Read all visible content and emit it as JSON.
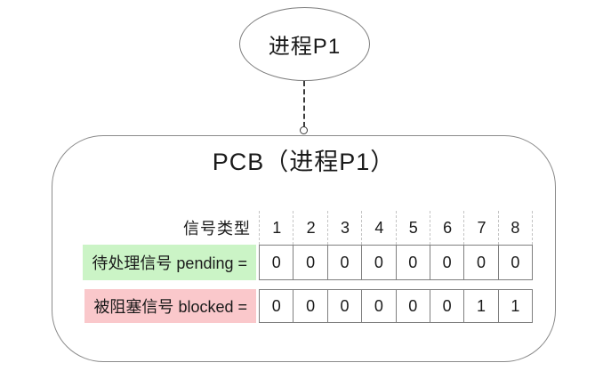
{
  "process": {
    "label": "进程P1"
  },
  "pcb": {
    "title": "PCB（进程P1）",
    "table": {
      "header_label": "信号类型",
      "columns": [
        "1",
        "2",
        "3",
        "4",
        "5",
        "6",
        "7",
        "8"
      ],
      "rows": [
        {
          "id": "pending",
          "label": "待处理信号 pending =",
          "values": [
            "0",
            "0",
            "0",
            "0",
            "0",
            "0",
            "0",
            "0"
          ],
          "color": "#cbf4c6"
        },
        {
          "id": "blocked",
          "label": "被阻塞信号 blocked =",
          "values": [
            "0",
            "0",
            "0",
            "0",
            "0",
            "0",
            "1",
            "1"
          ],
          "color": "#fac8cb"
        }
      ]
    }
  },
  "colors": {
    "pending_bg": "#cbf4c6",
    "blocked_bg": "#fac8cb",
    "outline": "#8a8a8a",
    "cell_border": "#7f7f7f",
    "dash_separator": "#c4c4c4",
    "text": "#1a1a1a",
    "background": "#ffffff"
  }
}
